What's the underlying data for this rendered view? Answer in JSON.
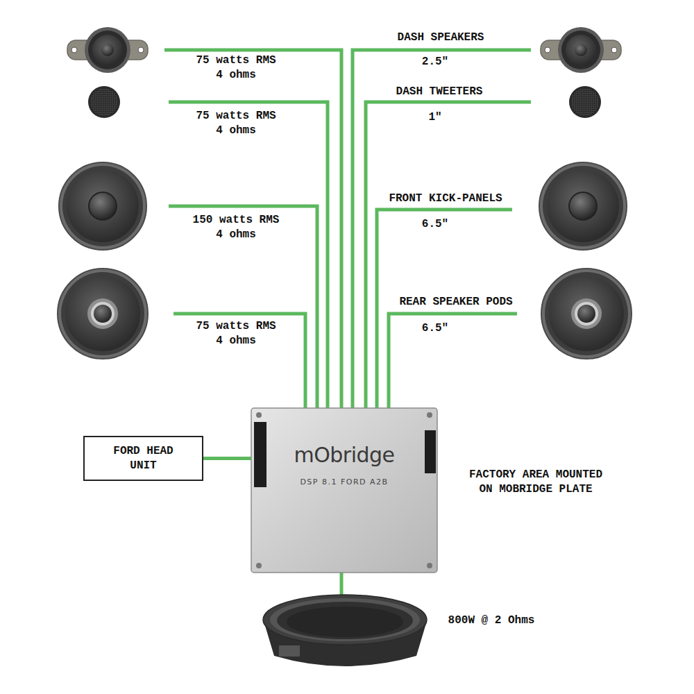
{
  "diagram": {
    "nodes": [
      {
        "text": [
          "FORD HEAD UNIT"
        ]
      },
      {
        "text": [
          "mObridge",
          "DSP 8.1 FORD A2B"
        ]
      }
    ],
    "edges": [
      {
        "from": 0,
        "to": 1,
        "arrow": "none"
      }
    ],
    "labels": [
      "DASH SPEAKERS",
      "2.5\"",
      "75 watts RMS 4 ohms",
      "DASH TWEETERS",
      "1\"",
      "75 watts RMS 4 ohms",
      "FRONT KICK-PANELS",
      "6.5\"",
      "150 watts RMS 4 ohms",
      "REAR SPEAKER PODS",
      "6.5\"",
      "75 watts RMS 4 ohms",
      "FACTORY AREA MOUNTED ON MOBRIDGE PLATE",
      "800W @ 2 Ohms"
    ]
  }
}
